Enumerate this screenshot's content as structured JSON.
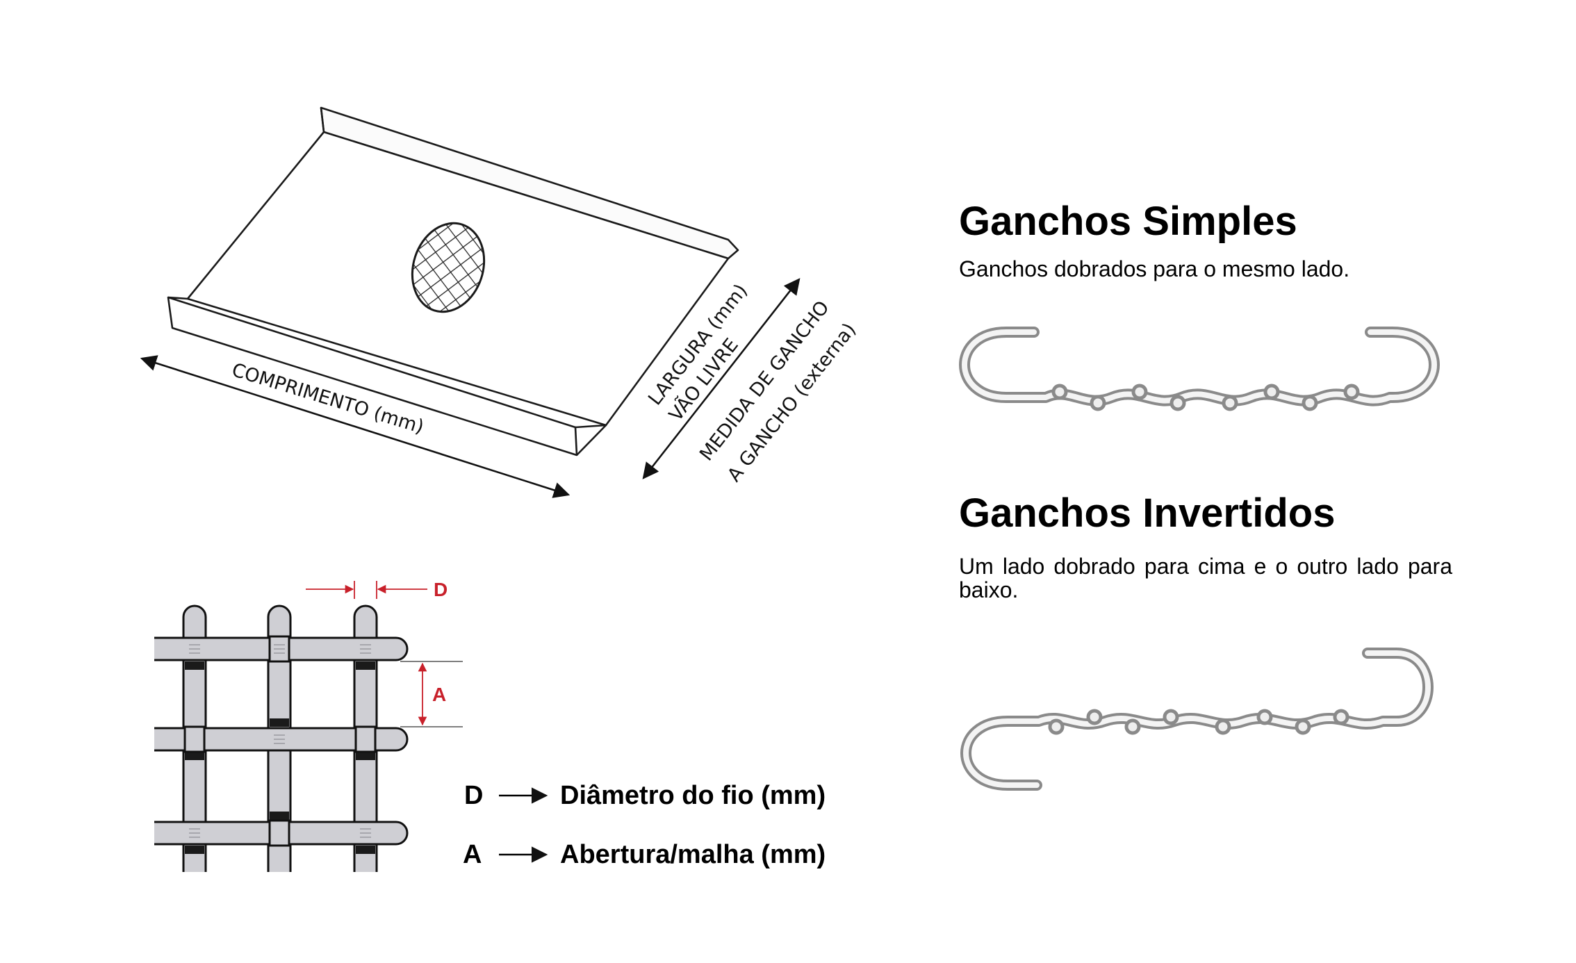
{
  "screen_diagram": {
    "labels": {
      "length": "COMPRIMENTO (mm)",
      "width_line1": "LARGURA (mm)",
      "width_line2": "VÃO LIVRE",
      "hook_line1": "MEDIDA DE GANCHO",
      "hook_line2": "A GANCHO (externa)"
    }
  },
  "mesh_diagram": {
    "d_label": "D",
    "a_label": "A"
  },
  "legend": [
    {
      "key": "D",
      "text": "Diâmetro do fio (mm)"
    },
    {
      "key": "A",
      "text": "Abertura/malha (mm)"
    }
  ],
  "sections": [
    {
      "title": "Ganchos Simples",
      "description": "Ganchos dobrados para o mesmo lado."
    },
    {
      "title": "Ganchos Invertidos",
      "description": "Um lado dobrado para cima e o outro lado para baixo."
    }
  ],
  "colors": {
    "ink": "#111111",
    "wire": "#c9c9cf",
    "dimension_red": "#c8202a"
  }
}
